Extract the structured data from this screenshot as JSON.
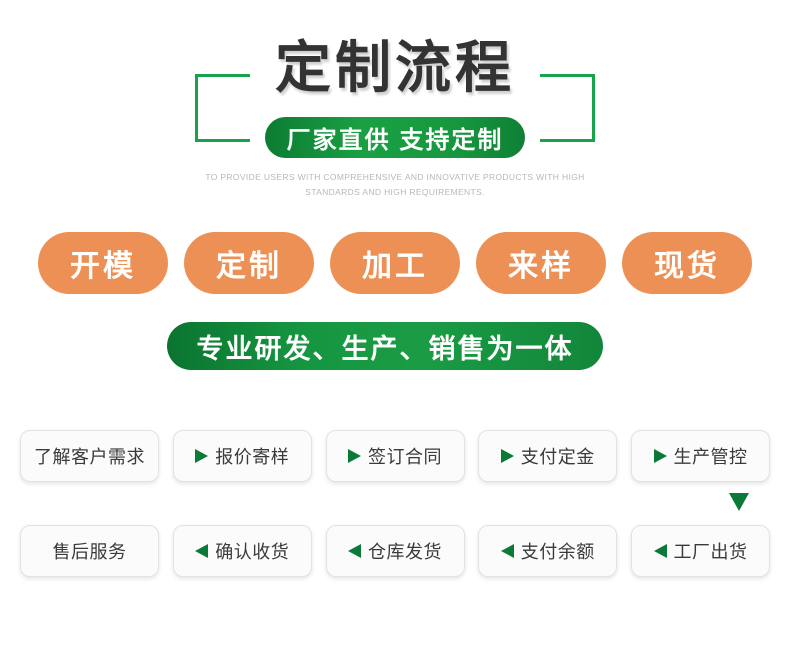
{
  "header": {
    "title": "定制流程",
    "badge": "厂家直供 支持定制",
    "english_line_1": "TO PROVIDE USERS WITH COMPREHENSIVE AND INNOVATIVE PRODUCTS WITH HIGH",
    "english_line_2": "STANDARDS AND HIGH REQUIREMENTS.",
    "bracket_color": "#16a34a",
    "title_color": "#333333"
  },
  "service_pills": [
    {
      "label": "开模"
    },
    {
      "label": "定制"
    },
    {
      "label": "加工"
    },
    {
      "label": "来样"
    },
    {
      "label": "现货"
    }
  ],
  "banner": {
    "label": "专业研发、生产、销售为一体",
    "color": "#1a9c44"
  },
  "flow": {
    "row1": [
      {
        "label": "了解客户需求",
        "arrow": "none"
      },
      {
        "label": "报价寄样",
        "arrow": "right"
      },
      {
        "label": "签订合同",
        "arrow": "right"
      },
      {
        "label": "支付定金",
        "arrow": "right"
      },
      {
        "label": "生产管控",
        "arrow": "right"
      }
    ],
    "row2": [
      {
        "label": "售后服务",
        "arrow": "none"
      },
      {
        "label": "确认收货",
        "arrow": "left"
      },
      {
        "label": "仓库发货",
        "arrow": "left"
      },
      {
        "label": "支付余额",
        "arrow": "left"
      },
      {
        "label": "工厂出货",
        "arrow": "left"
      }
    ],
    "connector_icon": "arrow-down-icon",
    "arrow_color": "#0b7a38"
  },
  "colors": {
    "orange": "#ec9055",
    "green": "#1a9c44",
    "dark_green": "#0b7a38"
  }
}
